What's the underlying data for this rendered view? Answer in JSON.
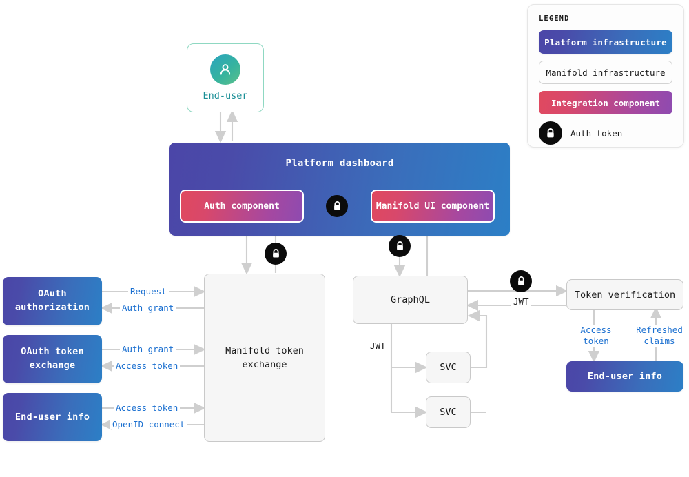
{
  "legend": {
    "title": "LEGEND",
    "items": [
      {
        "label": "Platform infrastructure",
        "kind": "platform"
      },
      {
        "label": "Manifold infrastructure",
        "kind": "manifold"
      },
      {
        "label": "Integration component",
        "kind": "integration"
      }
    ],
    "token": {
      "label": "Auth token",
      "icon": "lock-icon"
    }
  },
  "nodes": {
    "end_user": {
      "label": "End-user",
      "icon": "user-avatar-icon"
    },
    "platform_dashboard": {
      "title": "Platform dashboard"
    },
    "auth_component": {
      "label": "Auth component"
    },
    "manifold_ui_component": {
      "label": "Manifold UI component"
    },
    "oauth_authorization": {
      "label": "OAuth\nauthorization",
      "line1": "OAuth",
      "line2": "authorization"
    },
    "oauth_token_exchange": {
      "line1": "OAuth token",
      "line2": "exchange"
    },
    "end_user_info_left": {
      "label": "End-user info"
    },
    "manifold_token_exchange": {
      "line1": "Manifold token",
      "line2": "exchange"
    },
    "graphql": {
      "label": "GraphQL"
    },
    "svc_1": {
      "label": "SVC"
    },
    "svc_2": {
      "label": "SVC"
    },
    "token_verification": {
      "label": "Token verification"
    },
    "end_user_info_right": {
      "label": "End-user info"
    }
  },
  "edge_labels": {
    "request": "Request",
    "auth_grant_1": "Auth grant",
    "auth_grant_2": "Auth grant",
    "access_token_1": "Access token",
    "access_token_2": "Access token",
    "openid_connect": "OpenID connect",
    "jwt_graphql_out": "JWT",
    "jwt_token_verification": "JWT",
    "access_token_down_line1": "Access",
    "access_token_down_line2": "token",
    "refreshed_claims_line1": "Refreshed",
    "refreshed_claims_line2": "claims"
  },
  "colors": {
    "platform_gradient_start": "#4b46a8",
    "platform_gradient_end": "#2c7fc6",
    "integration_gradient_start": "#e0495f",
    "integration_gradient_end": "#8e4bb0",
    "manifold_border": "#c9c9c9",
    "manifold_fill": "#f6f6f6",
    "end_user_border": "#8fd8c2",
    "end_user_text": "#1a8f96",
    "edge_label_blue": "#1a6fd0",
    "connector_gray": "#cfcfcf",
    "token_badge": "#0b0b0b",
    "background": "#ffffff"
  }
}
